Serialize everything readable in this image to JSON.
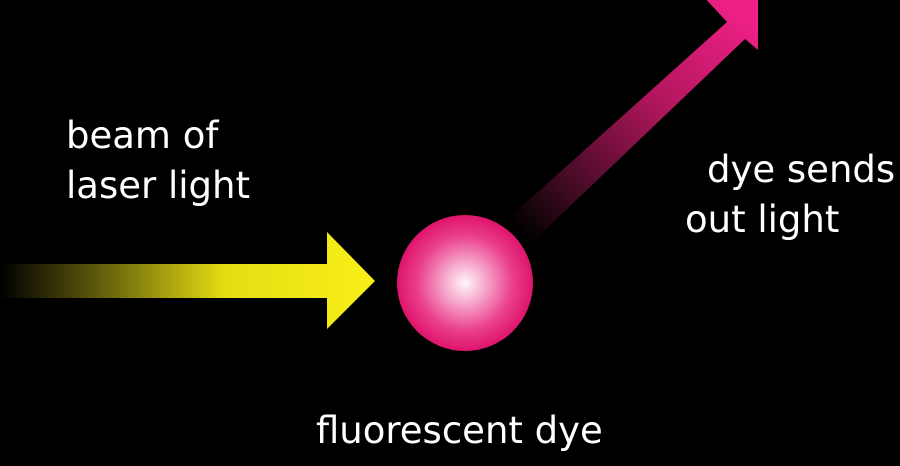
{
  "labels": {
    "input_line1": "beam of",
    "input_line2": "laser light",
    "output_line1": "dye sends",
    "output_line2": "out light",
    "dye": "fluorescent dye"
  },
  "colors": {
    "background": "#000000",
    "laser_beam": "#f4ec16",
    "emitted_light": "#e8207f",
    "dye_center": "#fff5f9",
    "dye_edge": "#e2166f",
    "text": "#ffffff"
  }
}
